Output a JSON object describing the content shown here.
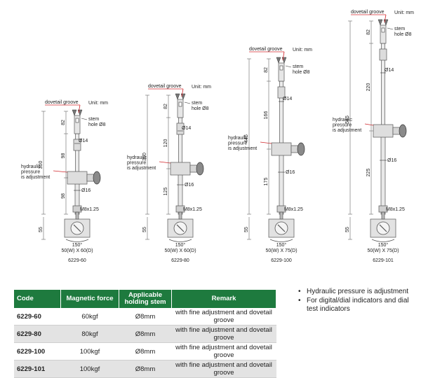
{
  "drawings": [
    {
      "groove": "dovetail groove",
      "unit": "Unit: mm",
      "dims": {
        "top": "82",
        "middle": "98",
        "lower": "98",
        "total": "300",
        "base": "55"
      },
      "stem": "stem",
      "hole": "hole Ø8",
      "d_upper": "Ø14",
      "d_lower": "Ø16",
      "hydraulic": [
        "hydraulic",
        "pressure",
        "is adjustment"
      ],
      "thread": "M8x1.25",
      "angle": "150°",
      "base_size": "50(W) X 60(D)",
      "model": "6229-60"
    },
    {
      "groove": "dovetail groove",
      "unit": "Unit: mm",
      "dims": {
        "top": "82",
        "middle": "120",
        "lower": "125",
        "total": "350",
        "base": "55"
      },
      "stem": "stem",
      "hole": "hole Ø8",
      "d_upper": "Ø14",
      "d_lower": "Ø16",
      "hydraulic": [
        "hydraulic",
        "pressure",
        "is adjustment"
      ],
      "thread": "M8x1.25",
      "angle": "150°",
      "base_size": "50(W) X 60(D)",
      "model": "6229-80"
    },
    {
      "groove": "dovetail groove",
      "unit": "Unit: mm",
      "dims": {
        "top": "82",
        "middle": "166",
        "lower": "175",
        "total": "445",
        "base": "55"
      },
      "stem": "stem",
      "hole": "hole Ø8",
      "d_upper": "Ø14",
      "d_lower": "Ø16",
      "hydraulic": [
        "hydraulic",
        "pressure",
        "is adjustment"
      ],
      "thread": "M8x1.25",
      "angle": "150°",
      "base_size": "50(W) X 75(D)",
      "model": "6229-100"
    },
    {
      "groove": "dovetail groove",
      "unit": "Unit: mm",
      "dims": {
        "top": "82",
        "middle": "220",
        "lower": "225",
        "total": "545",
        "base": "55"
      },
      "stem": "stem",
      "hole": "hole Ø8",
      "d_upper": "Ø14",
      "d_lower": "Ø16",
      "hydraulic": [
        "hydraulic",
        "pressure",
        "is adjustment"
      ],
      "thread": "M8x1.25",
      "angle": "150°",
      "base_size": "50(W) X 75(D)",
      "model": "6229-101"
    }
  ],
  "table": {
    "headers": [
      "Code",
      "Magnetic force",
      "Applicable holding stem",
      "Remark"
    ],
    "rows": [
      [
        "6229-60",
        "60kgf",
        "Ø8mm",
        "with fine adjustment and dovetail groove"
      ],
      [
        "6229-80",
        "80kgf",
        "Ø8mm",
        "with fine adjustment and dovetail groove"
      ],
      [
        "6229-100",
        "100kgf",
        "Ø8mm",
        "with fine adjustment and dovetail groove"
      ],
      [
        "6229-101",
        "100kgf",
        "Ø8mm",
        "with fine adjustment and dovetail groove"
      ]
    ]
  },
  "notes": [
    "Hydraulic pressure is adjustment",
    "For digital/dial indicators and dial test indicators"
  ],
  "colors": {
    "header_green": "#1e7a3e",
    "leader_red": "#d0262b",
    "row_gray": "#e3e3e3"
  }
}
